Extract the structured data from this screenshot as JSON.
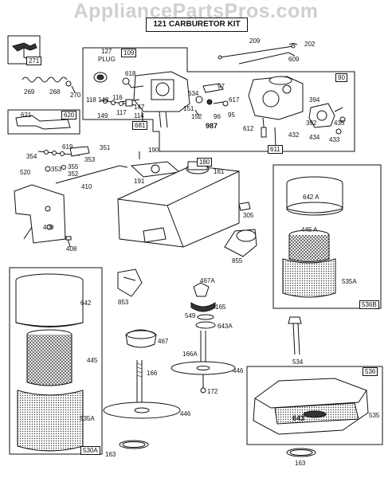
{
  "watermark": "AppliancePartsPros.com",
  "kit_title": "121 CARBURETOR KIT",
  "labels": {
    "p209": "209",
    "p202": "202",
    "p609": "609",
    "p271": "271",
    "p269": "269",
    "p268": "268",
    "p270": "270",
    "p127": "127",
    "plug": "PLUG",
    "p109": "109",
    "p618": "618",
    "p90": "90",
    "p97": "97",
    "p634": "634",
    "p617": "617",
    "p394": "394",
    "p118": "118",
    "p148": "148",
    "p116": "116",
    "p147": "147",
    "p114": "114",
    "p117": "117",
    "p149": "149",
    "p681": "681",
    "p151": "151",
    "p152": "152",
    "p96": "96",
    "p95": "95",
    "p987": "987",
    "p612": "612",
    "p392": "392",
    "p435": "435",
    "p432": "432",
    "p434": "434",
    "p433": "433",
    "p611": "611",
    "p621": "621",
    "p620": "620",
    "p619": "619",
    "p351": "351",
    "p354": "354",
    "p353a": "353",
    "p355": "355",
    "p352": "352",
    "p353b": "353",
    "p520": "520",
    "p190": "190",
    "p180": "180",
    "p161": "161",
    "p191": "191",
    "p410": "410",
    "p409": "409",
    "p408": "408",
    "p305": "305",
    "p855": "855",
    "p642a": "642 A",
    "p445a": "445 A",
    "p535a_top": "535A",
    "p536b": "536B",
    "p642": "642",
    "p445": "445",
    "p535a": "535A",
    "p530a": "530A",
    "p853": "853",
    "p467a": "467A",
    "p165": "165",
    "p549": "549",
    "p643a": "643A",
    "p467": "467",
    "p166a": "166A",
    "p446a": "446",
    "p166": "166",
    "p172": "172",
    "p534": "534",
    "p536": "536",
    "p643": "643",
    "p535": "535",
    "p446b": "446",
    "p163a": "163",
    "p163b": "163"
  }
}
